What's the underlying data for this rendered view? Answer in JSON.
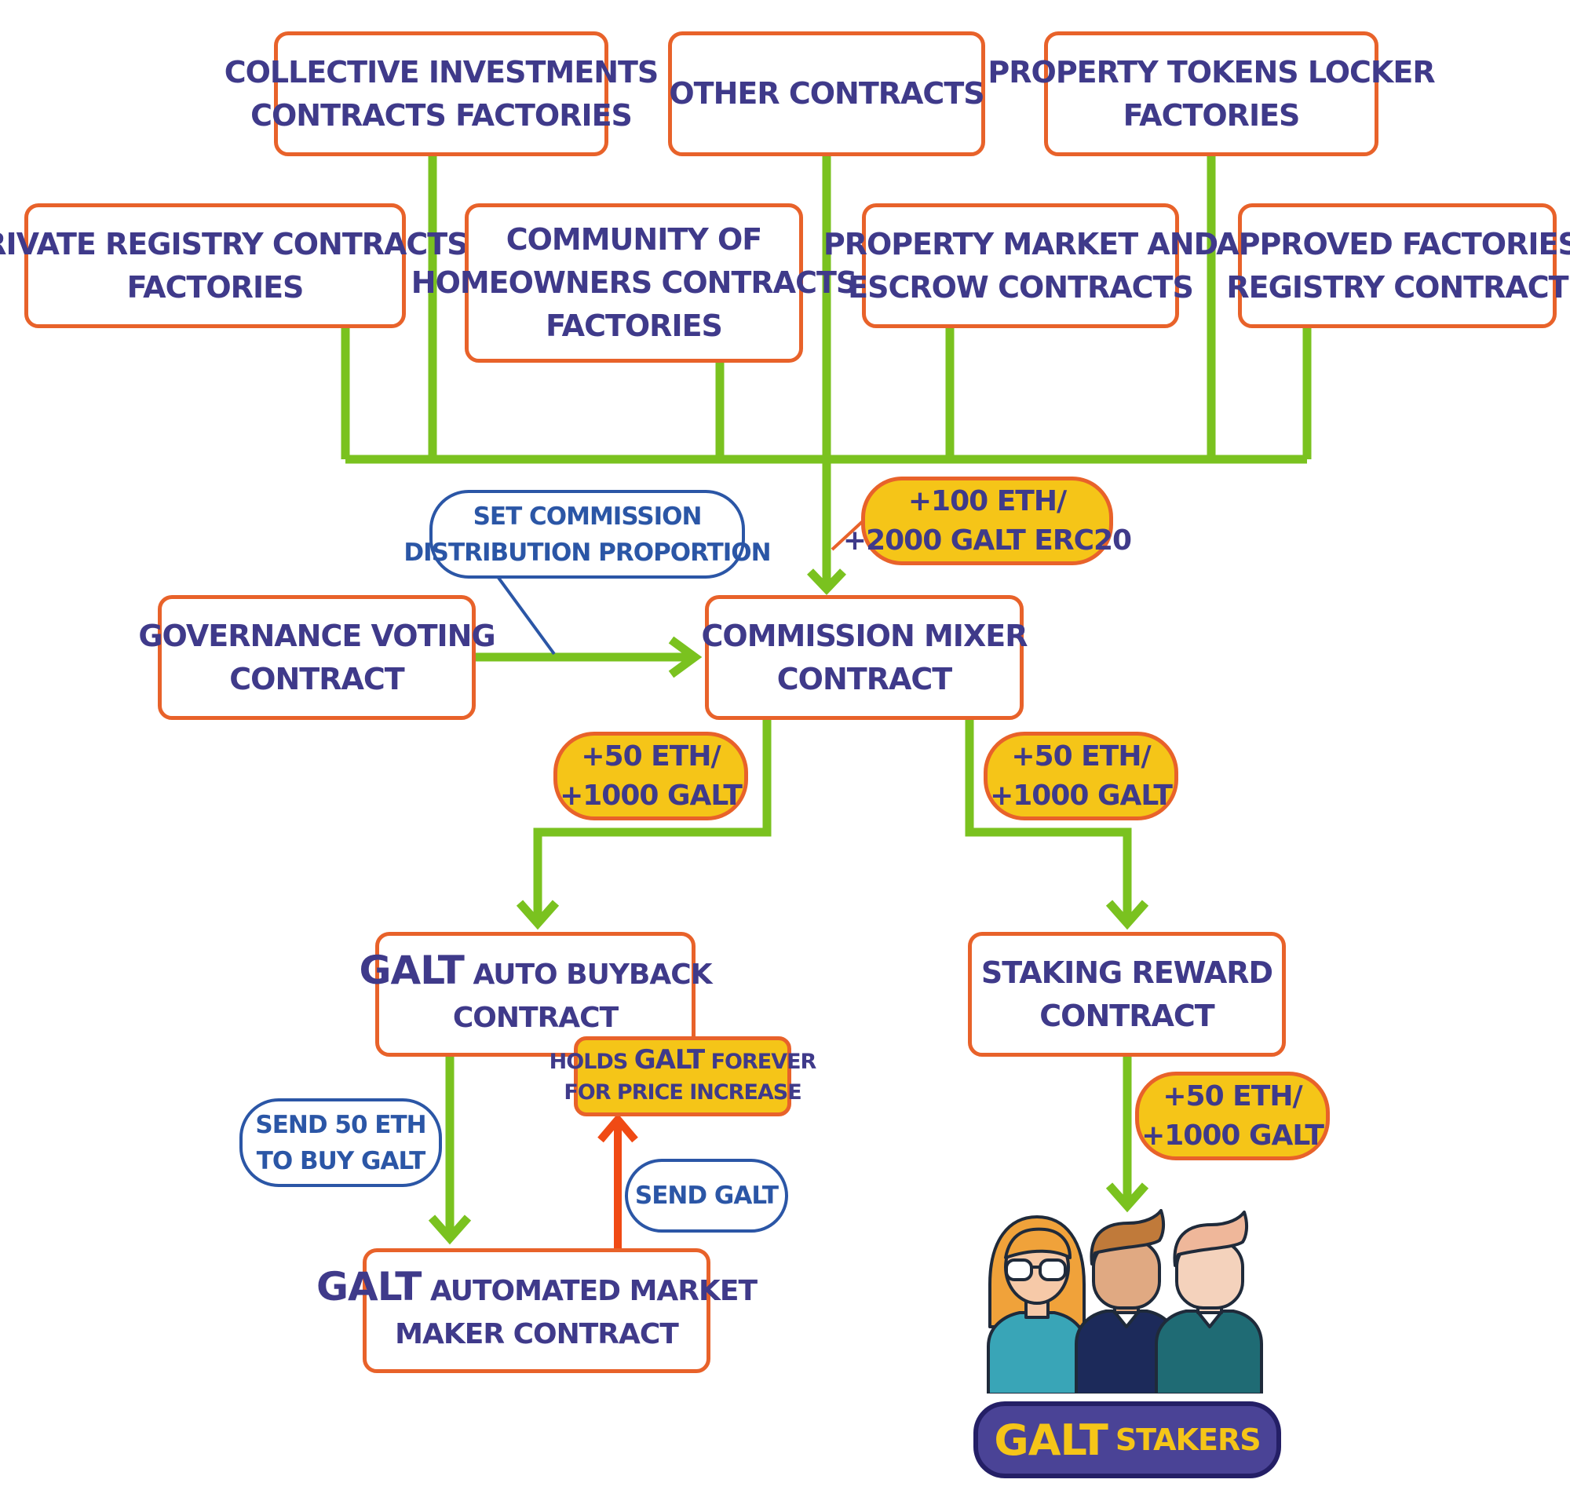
{
  "boxes": {
    "collective": [
      "COLLECTIVE INVESTMENTS",
      "CONTRACTS FACTORIES"
    ],
    "other": [
      "OTHER CONTRACTS"
    ],
    "locker": [
      "PROPERTY TOKENS LOCKER",
      "FACTORIES"
    ],
    "private_registry": [
      "PRIVATE REGISTRY CONTRACTS",
      "FACTORIES"
    ],
    "community": [
      "COMMUNITY OF",
      "HOMEOWNERS CONTRACTS",
      "FACTORIES"
    ],
    "market": [
      "PROPERTY MARKET AND",
      "ESCROW CONTRACTS"
    ],
    "approved": [
      "APPROVED FACTORIES",
      "REGISTRY CONTRACT"
    ],
    "governance": [
      "GOVERNANCE VOTING",
      "CONTRACT"
    ],
    "mixer": [
      "COMMISSION MIXER",
      "CONTRACT"
    ],
    "buyback": {
      "brand": "GALT",
      "line1": "AUTO BUYBACK",
      "line2": "CONTRACT"
    },
    "staking": [
      "STAKING REWARD",
      "CONTRACT"
    ],
    "amm": {
      "brand": "GALT",
      "line1": "AUTOMATED MARKET",
      "line2": "MAKER CONTRACT"
    }
  },
  "amounts": {
    "to_mixer": [
      "+100 ETH/",
      "+2000 GALT ERC20"
    ],
    "to_buyback": [
      "+50 ETH/",
      "+1000 GALT"
    ],
    "to_staking": [
      "+50 ETH/",
      "+1000 GALT"
    ],
    "to_stakers": [
      "+50 ETH/",
      "+1000 GALT"
    ]
  },
  "holds": {
    "prefix": "HOLDS",
    "brand": "GALT",
    "suffix": "FOREVER",
    "line2": "FOR PRICE INCREASE"
  },
  "bubbles": {
    "set_commission": [
      "SET COMMISSION",
      "DISTRIBUTION PROPORTION"
    ],
    "send_eth": [
      "SEND 50 ETH",
      "TO BUY GALT"
    ],
    "send_galt": [
      "SEND GALT"
    ]
  },
  "stakers": {
    "brand": "GALT",
    "label": "STAKERS"
  },
  "colors": {
    "box_border": "#e8622a",
    "text": "#3f3a8a",
    "connector": "#7ac21f",
    "return_arrow": "#f04a14",
    "pill_fill": "#f5c518",
    "bubble": "#2b56a6",
    "stakers_label": "#4a4396"
  }
}
